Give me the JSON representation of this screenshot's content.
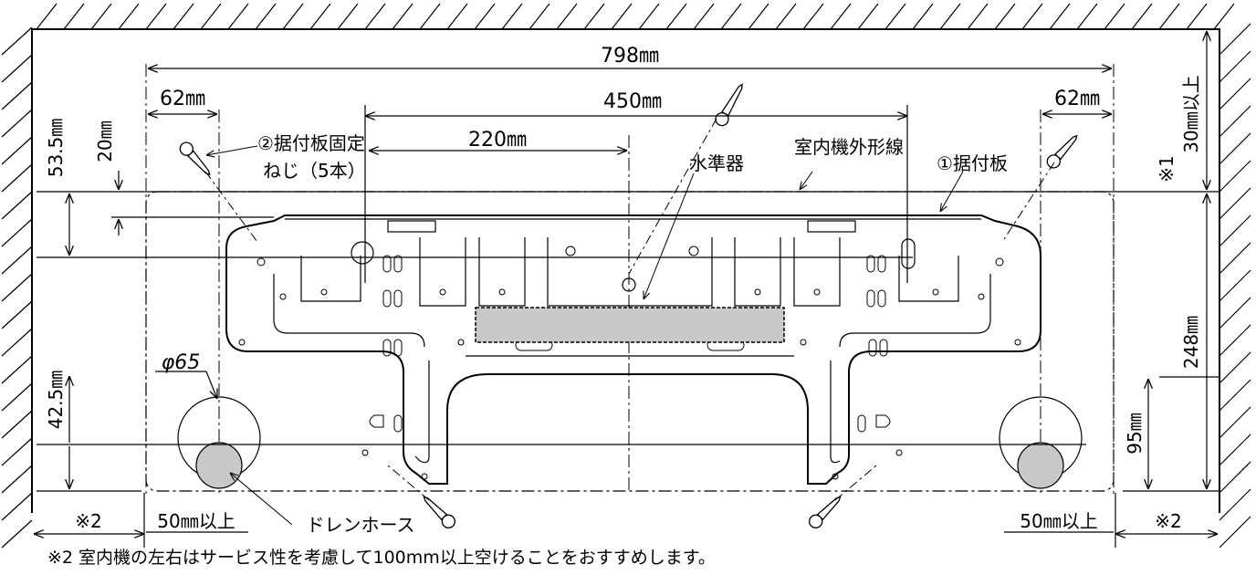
{
  "dimensions": {
    "overall_width": "798㎜",
    "plate_span": "450㎜",
    "half_span": "220㎜",
    "left_margin": "62㎜",
    "right_margin": "62㎜",
    "top_clearance": "30㎜以上",
    "top_offset": "53.5㎜",
    "small_offset": "20㎜",
    "unit_height": "248㎜",
    "hole_height_right": "95㎜",
    "hole_height_left": "42.5㎜",
    "hole_diameter": "φ65",
    "side_clearance_left": "50㎜以上",
    "side_clearance_right": "50㎜以上"
  },
  "labels": {
    "fixing_screw_line1": "②据付板固定",
    "fixing_screw_line2": "ねじ（5本）",
    "level": "水準器",
    "outline": "室内機外形線",
    "mounting_plate": "①据付板",
    "note_mark_1": "※1",
    "note_mark_2_left": "※2",
    "note_mark_2_right": "※2",
    "drain_hose": "ドレンホース"
  },
  "footnote": "※2 室内機の左右はサービス性を考慮して100mm以上空けることをおすすめします。",
  "colors": {
    "line": "#000000",
    "fill_gray": "#c8c8c8"
  }
}
